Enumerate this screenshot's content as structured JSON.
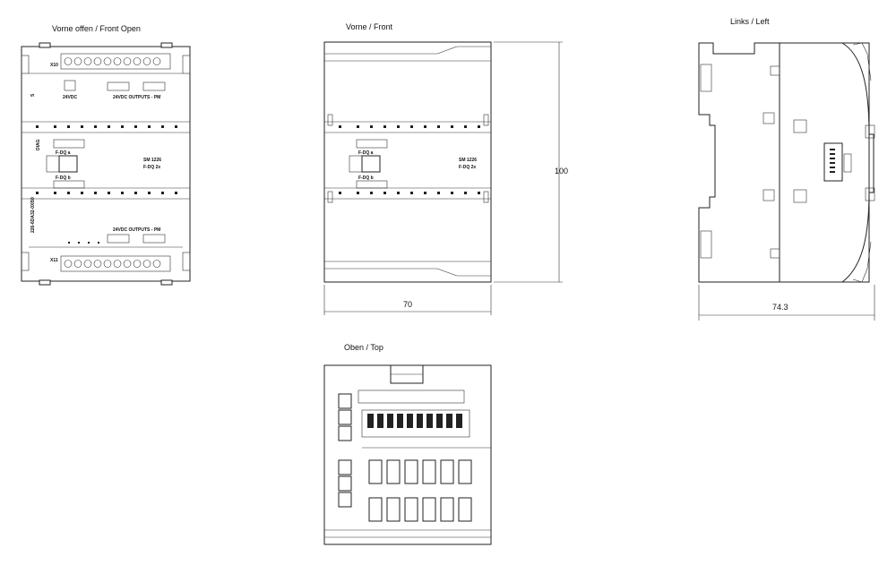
{
  "views": {
    "front_open": {
      "title": "Vorne offen / Front Open",
      "terminal_top": "X10",
      "terminal_bottom": "X11",
      "power_label": "24VDC",
      "outputs_top_label": "24VDC OUTPUTS - PM",
      "outputs_bottom_label": "24VDC OUTPUTS - PM",
      "diag_label": "DIAG",
      "module_name": "SM 1226",
      "module_sub": "F-DQ 2x",
      "group_label_top": "F-DQ a",
      "group_label_bottom": "F-DQ b",
      "order_number": "226-6DA32-0XB0"
    },
    "front": {
      "title": "Vorne / Front",
      "dim_width": "70",
      "dim_height": "100"
    },
    "left": {
      "title": "Links / Left",
      "dim_depth": "74.3"
    },
    "top": {
      "title": "Oben / Top"
    }
  }
}
